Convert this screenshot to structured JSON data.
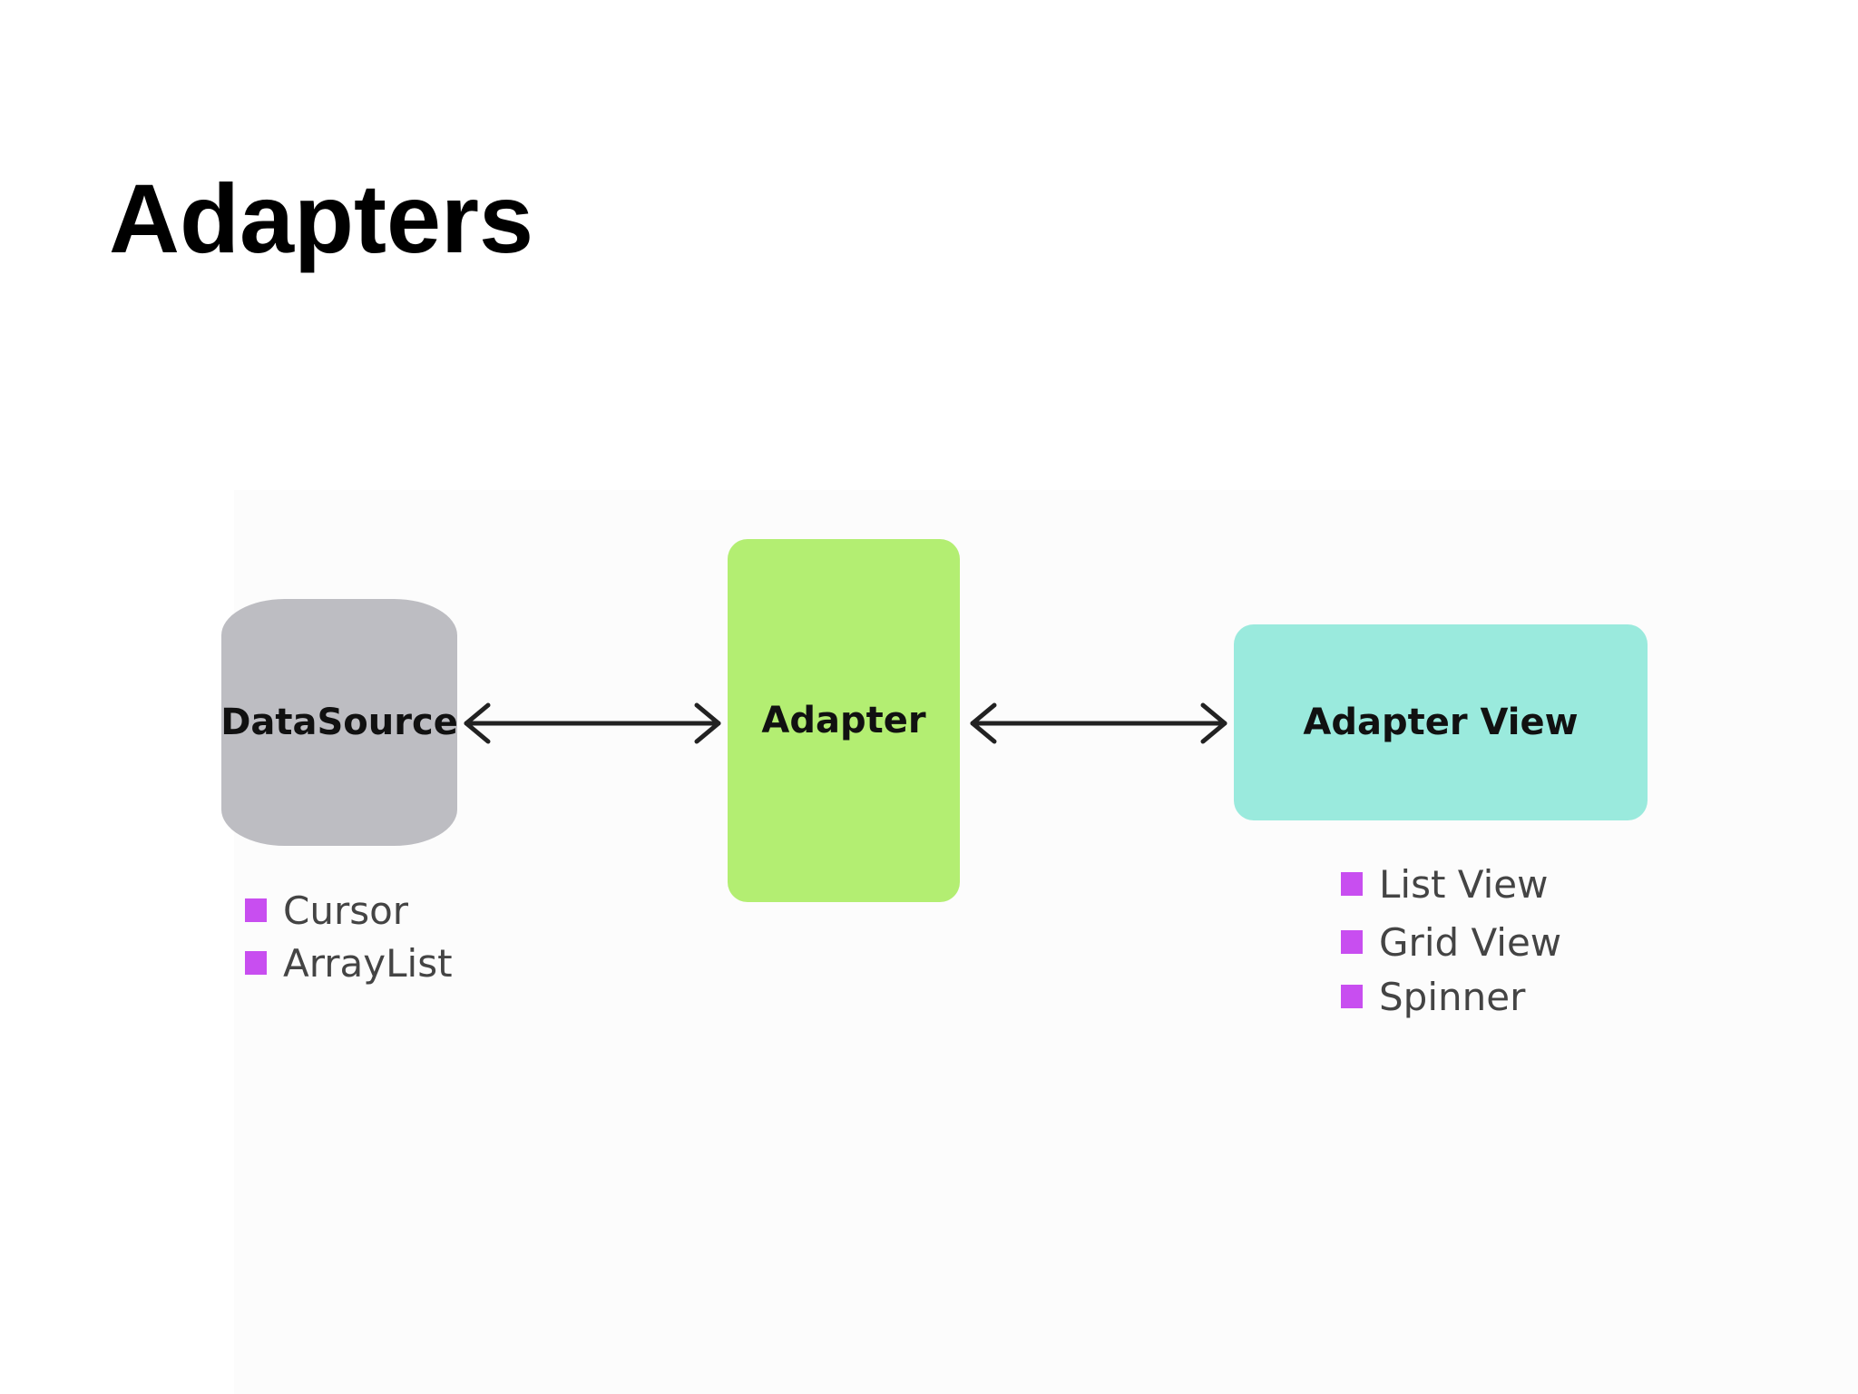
{
  "title": "Adapters",
  "diagram": {
    "nodes": {
      "datasource": {
        "label": "DataSource",
        "color": "#bdbdc2"
      },
      "adapter": {
        "label": "Adapter",
        "color": "#b3ee72"
      },
      "adapter_view": {
        "label": "Adapter View",
        "color": "#9aeadd"
      }
    },
    "edges": [
      {
        "from": "datasource",
        "to": "adapter",
        "direction": "both"
      },
      {
        "from": "adapter",
        "to": "adapter_view",
        "direction": "both"
      }
    ],
    "bullet_color": "#c84ef0",
    "datasource_items": [
      "Cursor",
      "ArrayList"
    ],
    "adapter_view_items": [
      "List View",
      "Grid View",
      "Spinner"
    ]
  }
}
